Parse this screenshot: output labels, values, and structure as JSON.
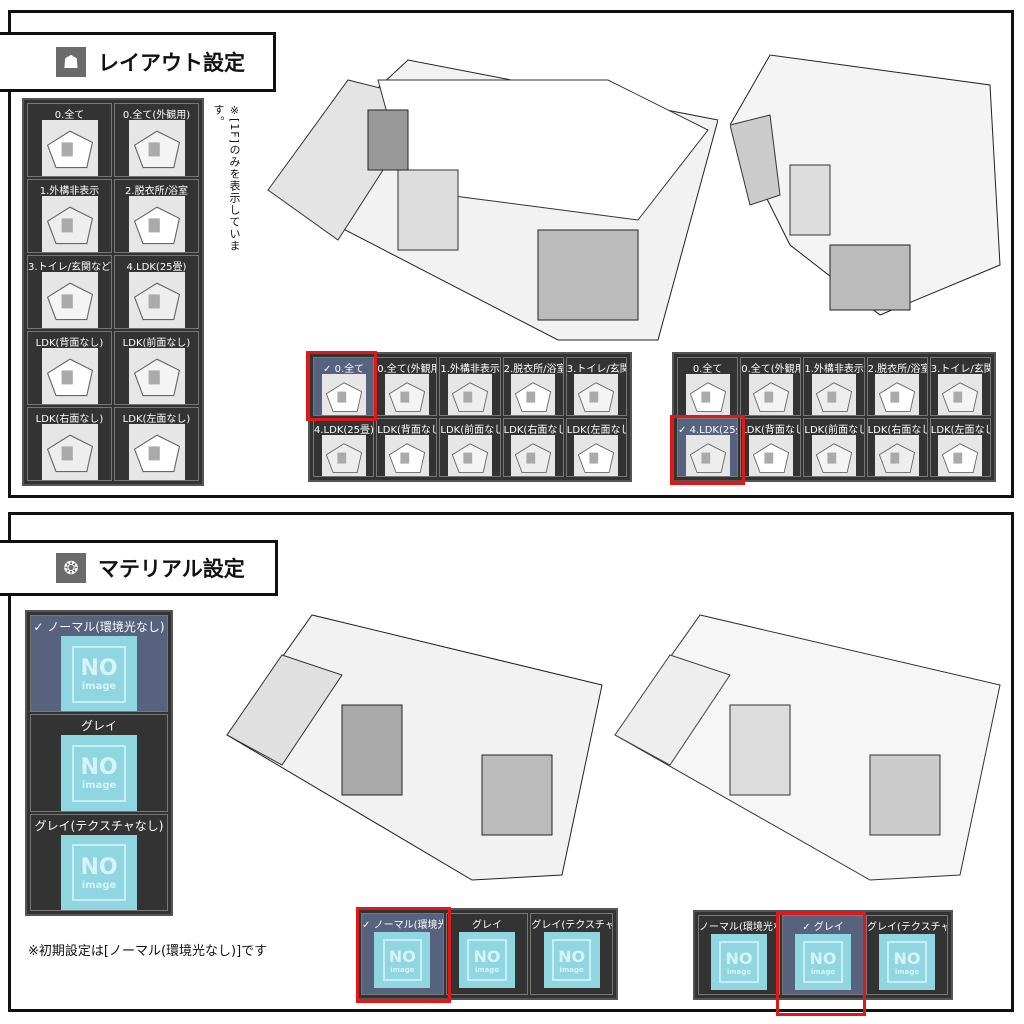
{
  "layout_section": {
    "title": "レイアウト設定",
    "icon": "layout-icon",
    "note": "※[1F]のみを表示しています。",
    "list_items": [
      "0.全て",
      "0.全て(外観用)",
      "1.外構非表示",
      "2.脱衣所/浴室",
      "3.トイレ/玄関など",
      "4.LDK(25畳)",
      "LDK(背面なし)",
      "LDK(前面なし)",
      "LDK(右面なし)",
      "LDK(左面なし)"
    ],
    "grid_a": {
      "selected": "0.全て"
    },
    "grid_b": {
      "selected": "4.LDK(25畳)"
    },
    "check_mark": "✓"
  },
  "material_section": {
    "title": "マテリアル設定",
    "icon": "material-icon",
    "items": [
      "ノーマル(環境光なし)",
      "グレイ",
      "グレイ(テクスチャなし)"
    ],
    "selected_list": "ノーマル(環境光なし)",
    "grid_a": {
      "selected": "ノーマル(環境光なし)"
    },
    "grid_b": {
      "selected": "グレイ"
    },
    "no_image_text": "NO",
    "no_image_sub": "image",
    "note": "※初期設定は[ノーマル(環境光なし)]です"
  },
  "colors": {
    "selected_bg": "#56627e",
    "highlight": "#e01818",
    "panel_bg": "#333333",
    "no_image": "#8fd6e0"
  }
}
